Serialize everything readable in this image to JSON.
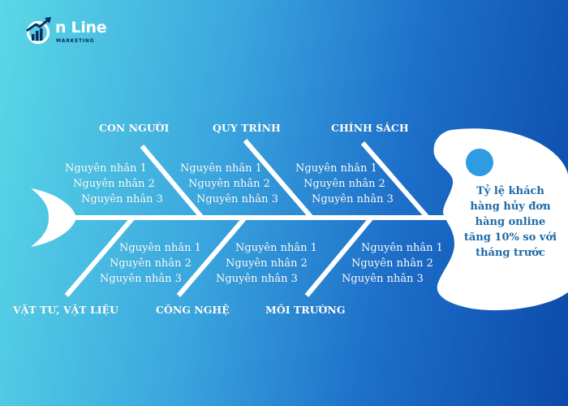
{
  "logo": {
    "brand": "n Line",
    "tagline": "MARKETING"
  },
  "diagram": {
    "effect": "Tỷ lệ khách hàng hủy đơn hàng online tăng 10% so với tháng trước",
    "categories_top": [
      "CON NGƯỜI",
      "QUY TRÌNH",
      "CHÍNH SÁCH"
    ],
    "categories_bottom": [
      "VẬT TƯ, VẬT LIỆU",
      "CÔNG NGHỆ",
      "MÔI TRƯỜNG"
    ],
    "cause_1": "Nguyên nhân 1",
    "cause_2": "Nguyên nhân 2",
    "cause_3": "Nguyên nhân 3"
  },
  "colors": {
    "bones": "#ffffff",
    "effect_text": "#1d6aa8",
    "gradient_start": "#5ad8e6",
    "gradient_end": "#0b4aaa"
  }
}
